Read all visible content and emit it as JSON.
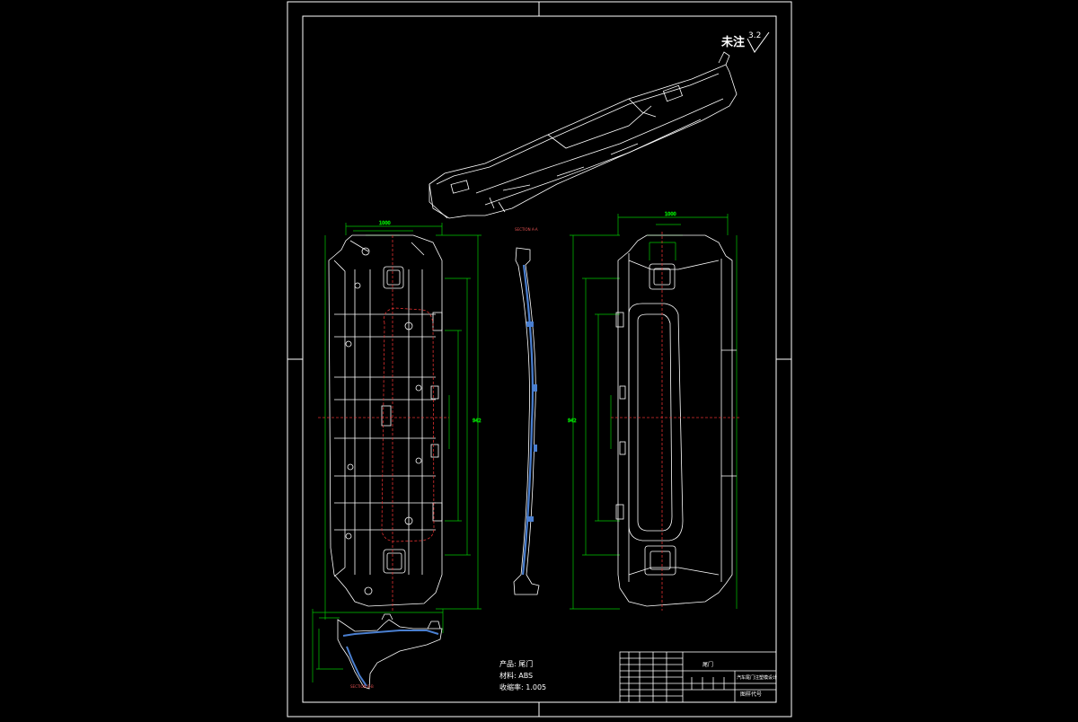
{
  "drawing": {
    "roughness_note": "未注",
    "roughness_value": "3.2",
    "section_top_label": "SECTION A-A",
    "section_bottom_label": "SECTION B-B",
    "part_name": "产品: 尾门",
    "material": "材料: ABS",
    "shrinkage": "收缩率: 1.005",
    "title_block": {
      "name": "尾门",
      "company": "汽车尾门注塑模设计",
      "drawing_no": "图样代号"
    }
  },
  "colors": {
    "background": "#000000",
    "outline": "#ffffff",
    "dimension": "#00c800",
    "centerline": "#e03030",
    "section_fill": "#4a7fd0"
  }
}
